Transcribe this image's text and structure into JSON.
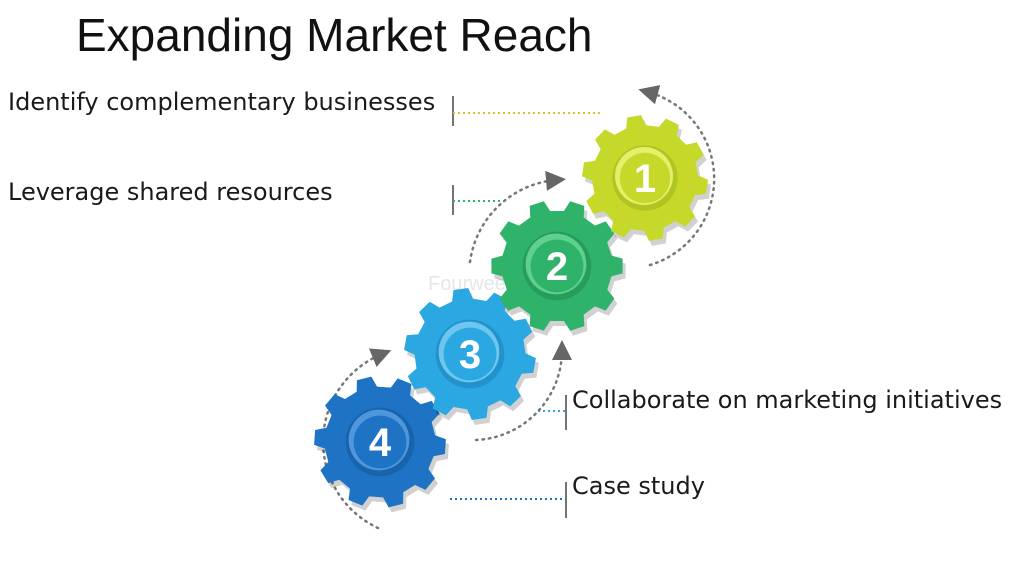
{
  "title": "Expanding Market Reach",
  "watermark": "Fourweekmba",
  "steps": [
    {
      "number": "1",
      "label": "Identify complementary businesses",
      "color": "#c6d92b",
      "highlight": "#e4ef6a",
      "shadow": "#9fb21c"
    },
    {
      "number": "2",
      "label": "Leverage shared resources",
      "color": "#2fb36a",
      "highlight": "#5fd08e",
      "shadow": "#1f8a4e"
    },
    {
      "number": "3",
      "label": "Collaborate on marketing initiatives",
      "color": "#2ba7e2",
      "highlight": "#6cc6f0",
      "shadow": "#1a82b8"
    },
    {
      "number": "4",
      "label": "Case study",
      "color": "#1e73c4",
      "highlight": "#4e97dc",
      "shadow": "#145596"
    }
  ]
}
